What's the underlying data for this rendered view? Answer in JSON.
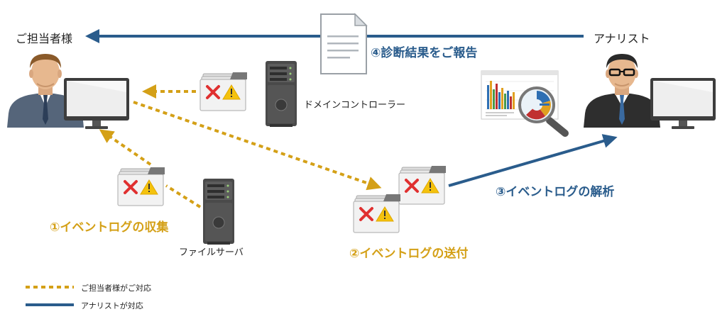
{
  "actors": {
    "staff": "ご担当者様",
    "analyst": "アナリスト"
  },
  "servers": {
    "domain_controller": "ドメインコントローラー",
    "file_server": "ファイルサーバ"
  },
  "steps": {
    "collect": "①イベントログの収集",
    "send": "②イベントログの送付",
    "analyze": "③イベントログの解析",
    "report": "④診断結果をご報告"
  },
  "legend": {
    "staff_line": "ご担当者様がご対応",
    "analyst_line": "アナリストが対応"
  },
  "colors": {
    "gold": "#d4a017",
    "blue": "#2a5c8c"
  }
}
